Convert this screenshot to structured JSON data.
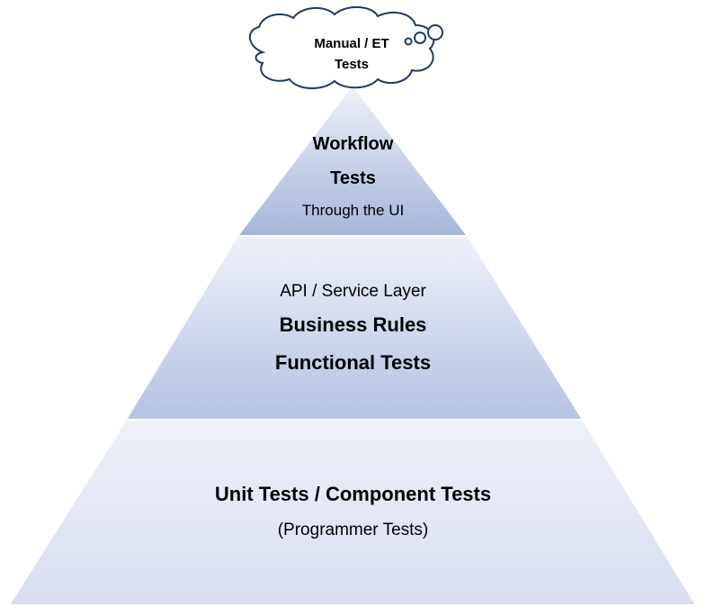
{
  "colors": {
    "tier_top": "#a6b5d8",
    "tier_mid": "#b4c1e1",
    "tier_bottom": "#d8def0",
    "tier_light": "#eef1f9",
    "outline": "#ffffff",
    "cloud_fill": "#ffffff",
    "cloud_stroke": "#23395f"
  },
  "cloud": {
    "line1": "Manual / ET",
    "line2": "Tests"
  },
  "tiers": {
    "top": {
      "line1": "Workflow",
      "line2": "Tests",
      "line3": "Through the UI"
    },
    "middle": {
      "line1": "API / Service Layer",
      "line2": "Business Rules",
      "line3": "Functional Tests"
    },
    "bottom": {
      "line1": "Unit Tests / Component Tests",
      "line2": "(Programmer Tests)"
    }
  }
}
